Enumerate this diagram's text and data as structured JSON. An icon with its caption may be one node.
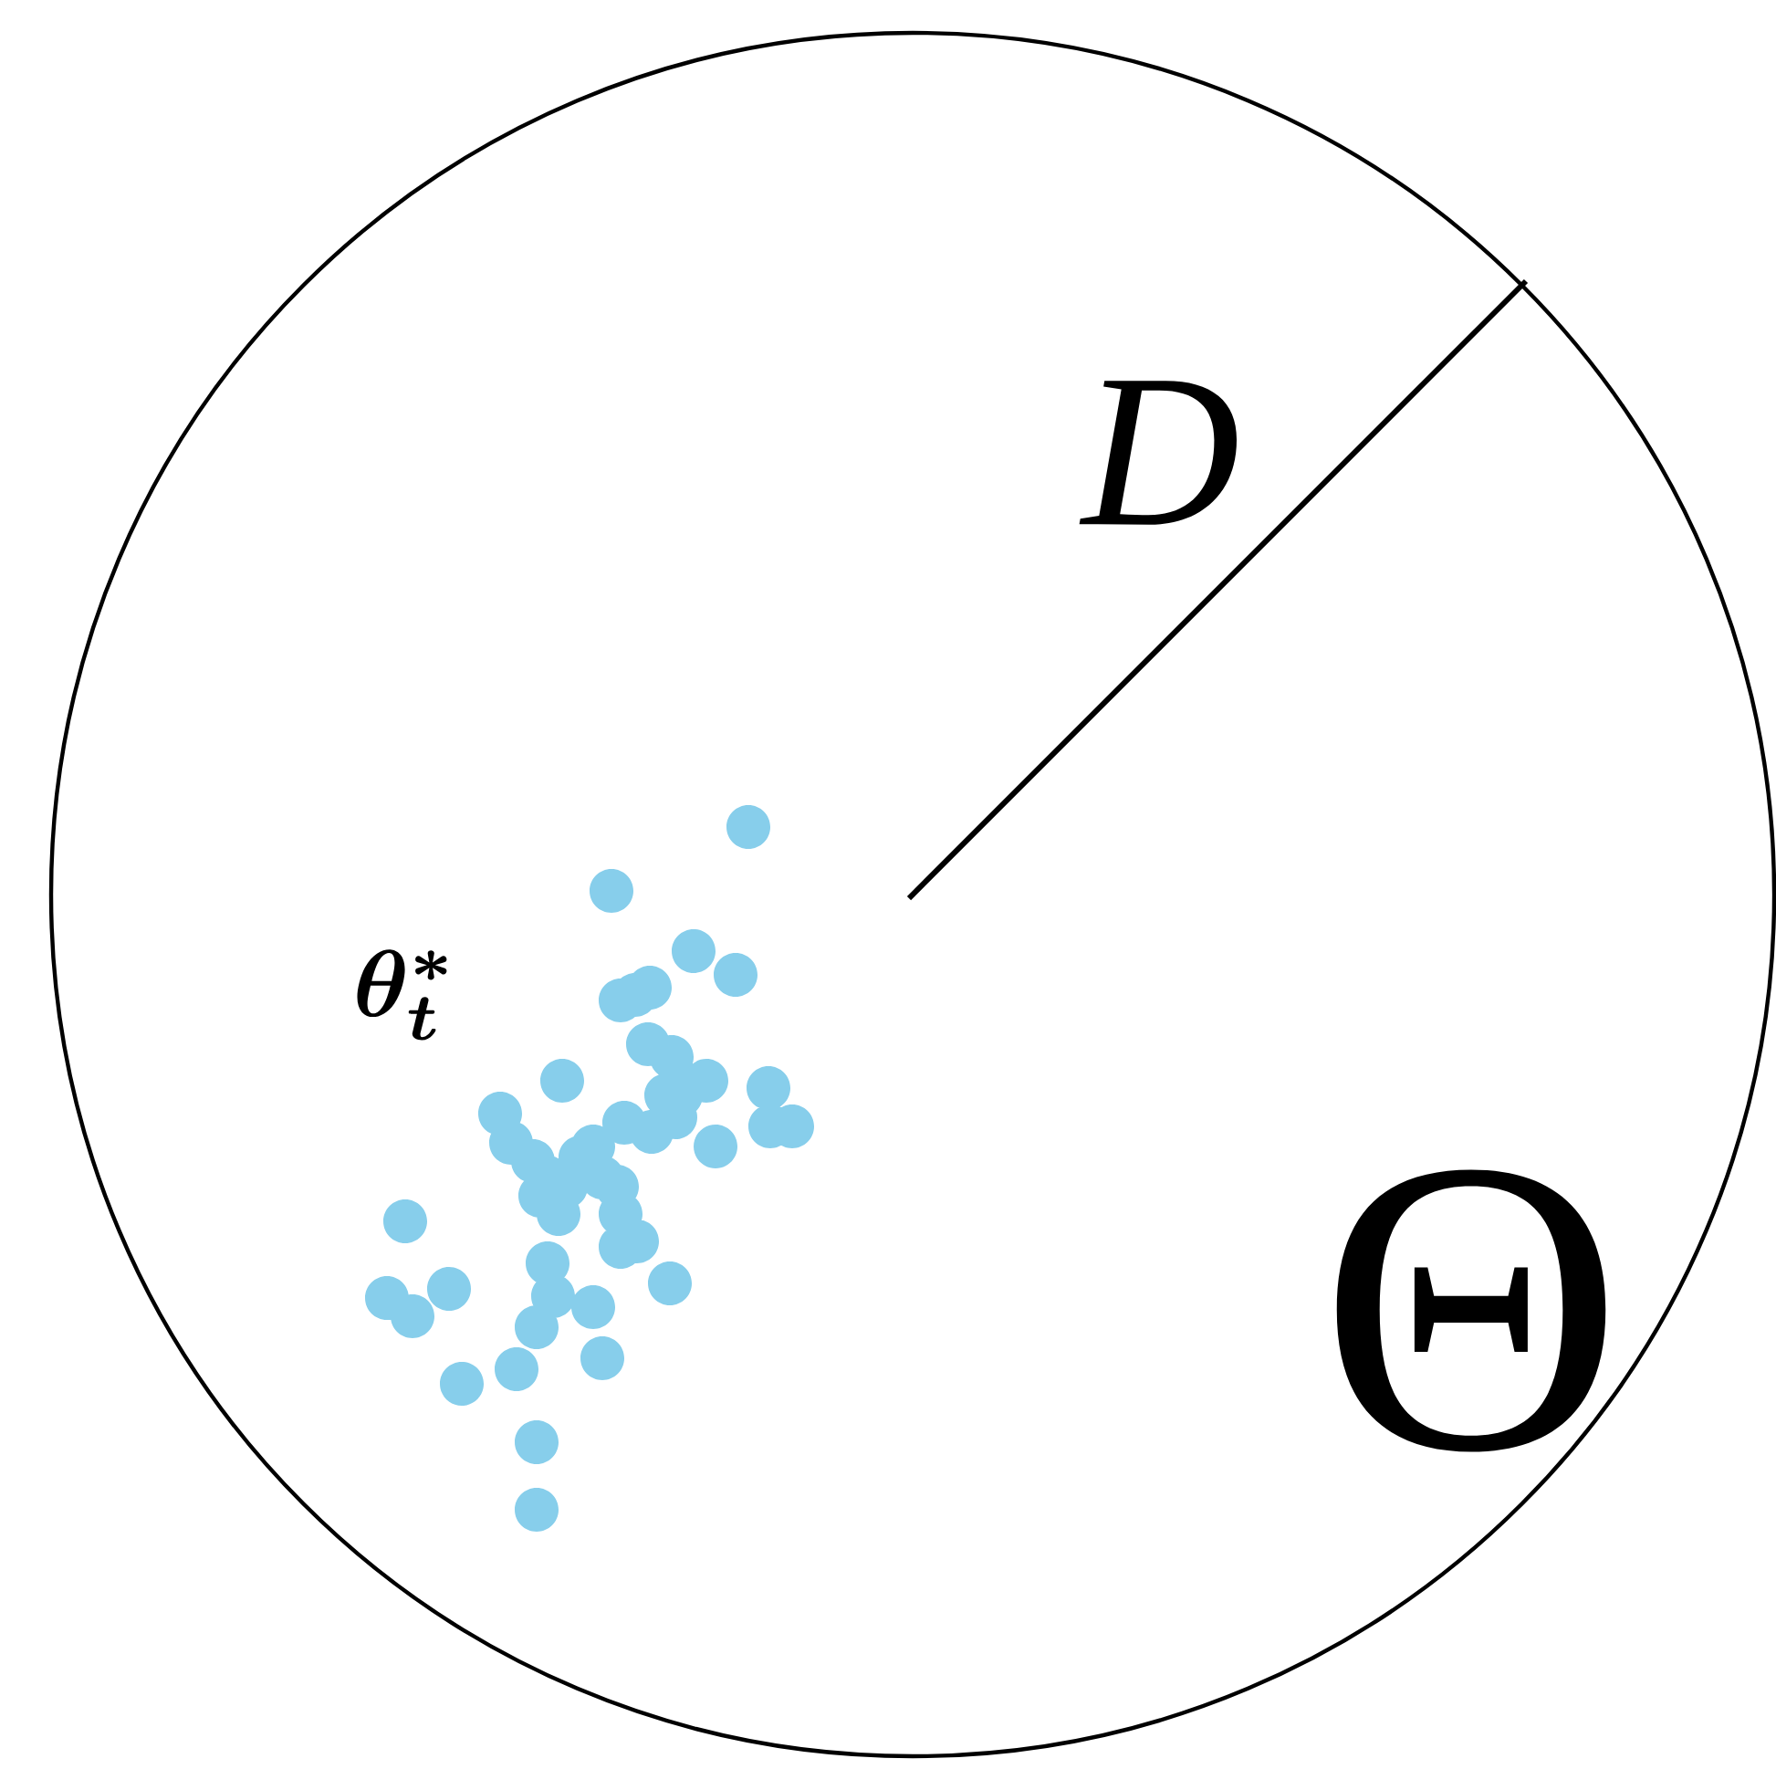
{
  "diagram": {
    "nodes": [
      {
        "text": [
          "D",
          "\\boldsymbol{\\theta^{*}_{t}}",
          "Θ"
        ]
      }
    ]
  }
}
